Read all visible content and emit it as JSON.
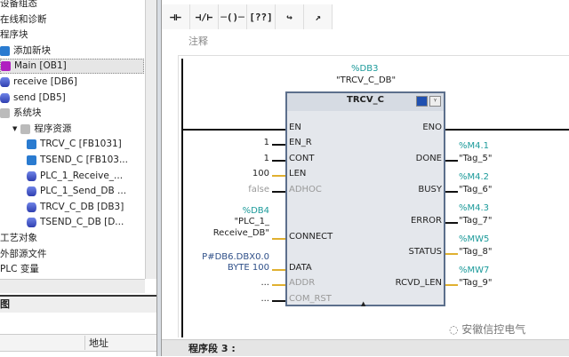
{
  "tree": {
    "items": [
      {
        "label": "设备组态",
        "icon": "none"
      },
      {
        "label": "在线和诊断",
        "icon": "none"
      },
      {
        "label": "程序块",
        "icon": "none"
      },
      {
        "label": "添加新块",
        "icon": "add-block-icon"
      },
      {
        "label": "Main [OB1]",
        "icon": "ob-icon"
      },
      {
        "label": "receive [DB6]",
        "icon": "db-icon"
      },
      {
        "label": "send [DB5]",
        "icon": "db-icon"
      },
      {
        "label": "系统块",
        "icon": "folder-icon"
      },
      {
        "label": "程序资源",
        "icon": "folder-icon"
      },
      {
        "label": "TRCV_C [FB1031]",
        "icon": "fb-icon"
      },
      {
        "label": "TSEND_C [FB103...",
        "icon": "fb-icon"
      },
      {
        "label": "PLC_1_Receive_...",
        "icon": "db-icon"
      },
      {
        "label": "PLC_1_Send_DB ...",
        "icon": "db-icon"
      },
      {
        "label": "TRCV_C_DB [DB3]",
        "icon": "db-icon"
      },
      {
        "label": "TSEND_C_DB [D...",
        "icon": "db-icon"
      },
      {
        "label": "工艺对象",
        "icon": "none"
      },
      {
        "label": "外部源文件",
        "icon": "none"
      },
      {
        "label": "PLC 变量",
        "icon": "none"
      }
    ]
  },
  "details": {
    "title": "图",
    "column_address": "地址"
  },
  "toolbar": [
    "⊣⊢",
    "⊣/⊢",
    "─()─",
    "[??]",
    "↪",
    "↗"
  ],
  "network": {
    "comment": "注释",
    "next_network": "程序段 3 :"
  },
  "block": {
    "instance_addr": "%DB3",
    "instance_name": "\"TRCV_C_DB\"",
    "title": "TRCV_C",
    "inputs": [
      {
        "pin": "EN",
        "value": ""
      },
      {
        "pin": "EN_R",
        "value": "1"
      },
      {
        "pin": "CONT",
        "value": "1"
      },
      {
        "pin": "LEN",
        "value": "100"
      },
      {
        "pin": "ADHOC",
        "value": "false"
      },
      {
        "pin": "CONNECT",
        "addr": "%DB4",
        "value1": "\"PLC_1_",
        "value2": "Receive_DB\""
      },
      {
        "pin": "DATA",
        "value1": "P#DB6.DBX0.0",
        "value2": "BYTE 100"
      },
      {
        "pin": "ADDR",
        "value": "..."
      },
      {
        "pin": "COM_RST",
        "value": "..."
      }
    ],
    "outputs": [
      {
        "pin": "ENO",
        "addr": "",
        "value": ""
      },
      {
        "pin": "DONE",
        "addr": "%M4.1",
        "value": "\"Tag_5\""
      },
      {
        "pin": "BUSY",
        "addr": "%M4.2",
        "value": "\"Tag_6\""
      },
      {
        "pin": "ERROR",
        "addr": "%M4.3",
        "value": "\"Tag_7\""
      },
      {
        "pin": "STATUS",
        "addr": "%MW5",
        "value": "\"Tag_8\""
      },
      {
        "pin": "RCVD_LEN",
        "addr": "%MW7",
        "value": "\"Tag_9\""
      }
    ]
  },
  "watermark": "安徽信控电气"
}
